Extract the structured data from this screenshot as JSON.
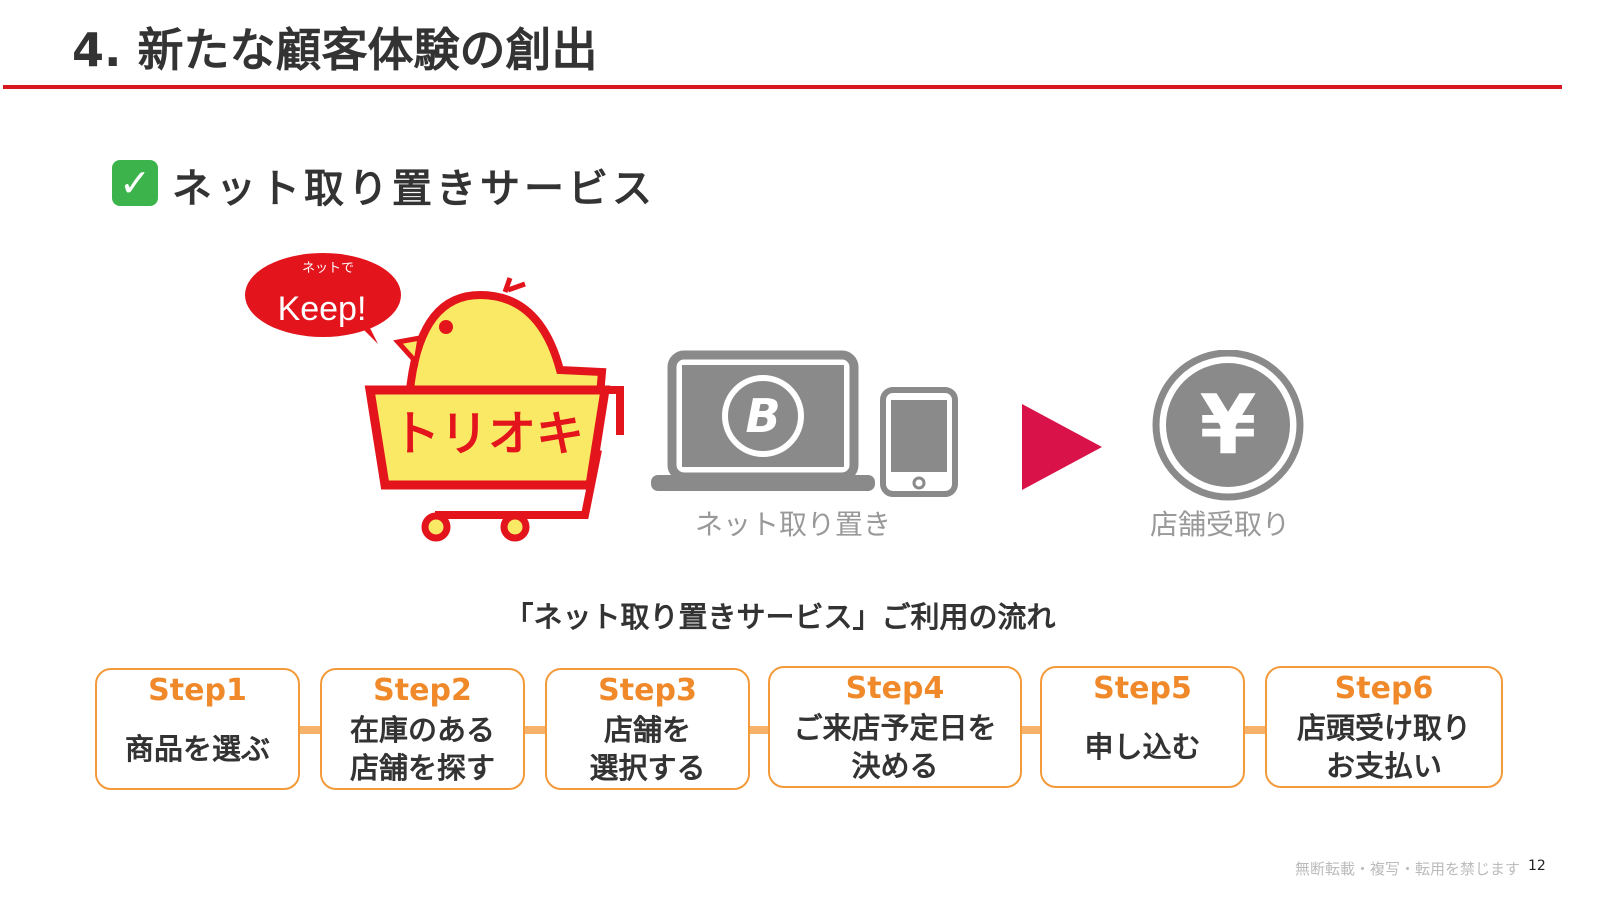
{
  "header": {
    "title": "4. 新たな顧客体験の創出"
  },
  "section": {
    "check_icon": "✓",
    "title": "ネット取り置きサービス"
  },
  "logo": {
    "bubble_small": "ネットで",
    "bubble_big": "Keep!",
    "cart_text": "トリオキ"
  },
  "flow": {
    "online_label": "ネット取り置き",
    "store_label": "店舗受取り",
    "logo_letter": "B",
    "yen": "¥"
  },
  "caption": "「ネット取り置きサービス」ご利用の流れ",
  "steps": [
    {
      "title": "Step1",
      "text": "商品を選ぶ"
    },
    {
      "title": "Step2",
      "text": "在庫のある\n店舗を探す"
    },
    {
      "title": "Step3",
      "text": "店舗を\n選択する"
    },
    {
      "title": "Step4",
      "text": "ご来店予定日を\n決める"
    },
    {
      "title": "Step5",
      "text": "申し込む"
    },
    {
      "title": "Step6",
      "text": "店頭受け取り\nお支払い"
    }
  ],
  "footer": {
    "notice": "無断転載・複写・転用を禁じます",
    "page": "12"
  },
  "colors": {
    "accent": "#d7191f",
    "orange": "#f39a3a",
    "arrow": "#d9134a"
  }
}
